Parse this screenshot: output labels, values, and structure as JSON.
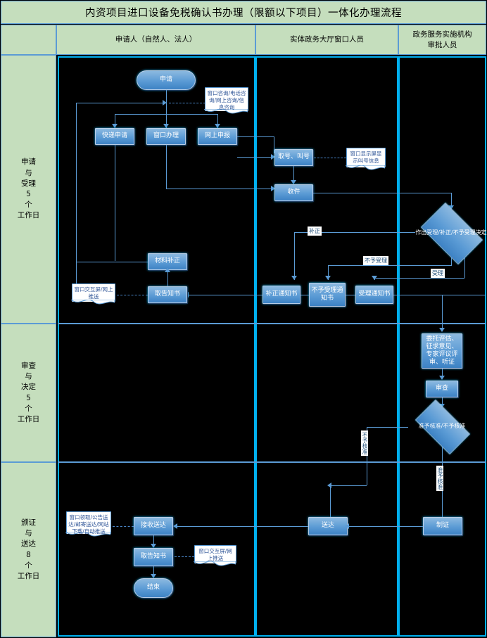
{
  "title": "内资项目进口设备免税确认书办理（限额以下项目）一体化办理流程",
  "columns": [
    {
      "id": "applicant",
      "label": "申请人（自然人、法人）"
    },
    {
      "id": "window-staff",
      "label": "实体政务大厅窗口人员"
    },
    {
      "id": "approval-staff",
      "label": "政务服务实施机构\n审批人员"
    }
  ],
  "lanes": [
    {
      "id": "accept",
      "label": "申请\n与\n受理\n5\n个\n工作日"
    },
    {
      "id": "review",
      "label": "审查\n与\n决定\n5\n个\n工作日"
    },
    {
      "id": "issue",
      "label": "颁证\n与\n送达\n8\n个\n工作日"
    }
  ],
  "nodes": {
    "apply": "申请",
    "express_apply": "快递申请",
    "window_handle": "窗口办理",
    "online_declare": "网上申报",
    "take_number": "取号、叫号",
    "receive_docs": "收件",
    "decision_accept": "作出受理/补正/不予受理决定",
    "material_fix": "材料补正",
    "get_notice_1": "取告知书",
    "fix_notice": "补正通知书",
    "reject_notice": "不予受理通知书",
    "accept_notice": "受理通知书",
    "expert_review": "委托评估、征求意见、专家评议评审、听证",
    "examine": "审查",
    "decision_approve": "准予核准/不予核准",
    "deliver": "送达",
    "make_cert": "制证",
    "receive_delivery": "接收送达",
    "get_notice_2": "取告知书",
    "end": "结束"
  },
  "notes": {
    "consult": "窗口咨询/电话咨询/网上咨询/信息咨询",
    "screen_call": "窗口显示屏显示叫号信息",
    "interactive_push_1": "窗口交互屏/网上推送",
    "delivery_ways": "窗口领取/公告送达/邮寄送达/网站下载/自动推送",
    "interactive_push_2": "窗口交互屏/网上推送"
  },
  "edge_labels": {
    "fix": "补正",
    "reject": "不予受理",
    "accept": "受理",
    "not_approved": "不予核准",
    "approved": "准予核准"
  },
  "colors": {
    "band": "#c5debd",
    "band_border": "#5b9bd5",
    "node_fill": "#5b9bd5",
    "connector": "#5b9bd5",
    "canvas": "#000000",
    "note_text": "#2f5597"
  }
}
